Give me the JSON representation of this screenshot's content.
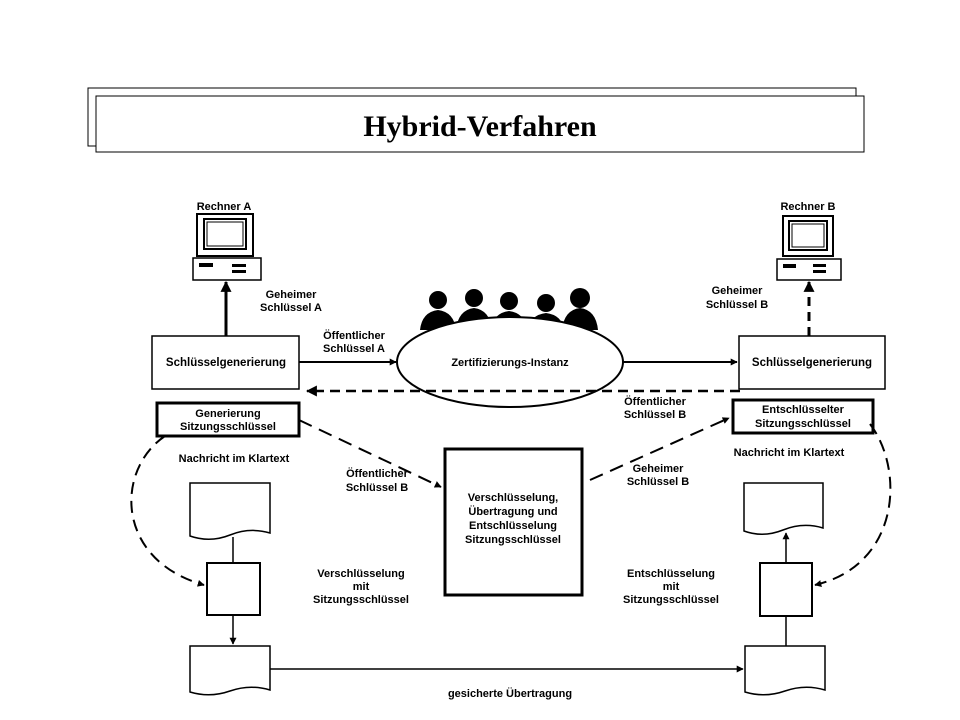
{
  "title": "Hybrid-Verfahren",
  "computers": {
    "a_label": "Rechner A",
    "b_label": "Rechner B"
  },
  "boxes": {
    "keygen_a": "Schlüsselgenerierung",
    "keygen_b": "Schlüsselgenerierung",
    "ca": "Zertifizierungs-Instanz",
    "session_gen": [
      "Generierung",
      "Sitzungsschlüssel"
    ],
    "session_dec": [
      "Entschlüsselter",
      "Sitzungsschlüssel"
    ],
    "center": [
      "Verschlüsselung,",
      "Übertragung und",
      "Entschlüsselung",
      "Sitzungsschlüssel"
    ]
  },
  "labels": {
    "secret_a": [
      "Geheimer",
      "Schlüssel A"
    ],
    "secret_b_top": [
      "Geheimer",
      "Schlüssel B"
    ],
    "public_a": [
      "Öffentlicher",
      "Schlüssel A"
    ],
    "public_b_right": [
      "Öffentlicher",
      "Schlüssel B"
    ],
    "public_b_left": [
      "Öffentlicher",
      "Schlüssel B"
    ],
    "secret_b_mid": [
      "Geheimer",
      "Schlüssel B"
    ],
    "plaintext_a": "Nachricht im Klartext",
    "plaintext_b": "Nachricht im Klartext",
    "encrypt": [
      "Verschlüsselung",
      "mit",
      "Sitzungsschlüssel"
    ],
    "decrypt": [
      "Entschlüsselung",
      "mit",
      "Sitzungsschlüssel"
    ],
    "secure_transfer": "gesicherte Übertragung"
  }
}
